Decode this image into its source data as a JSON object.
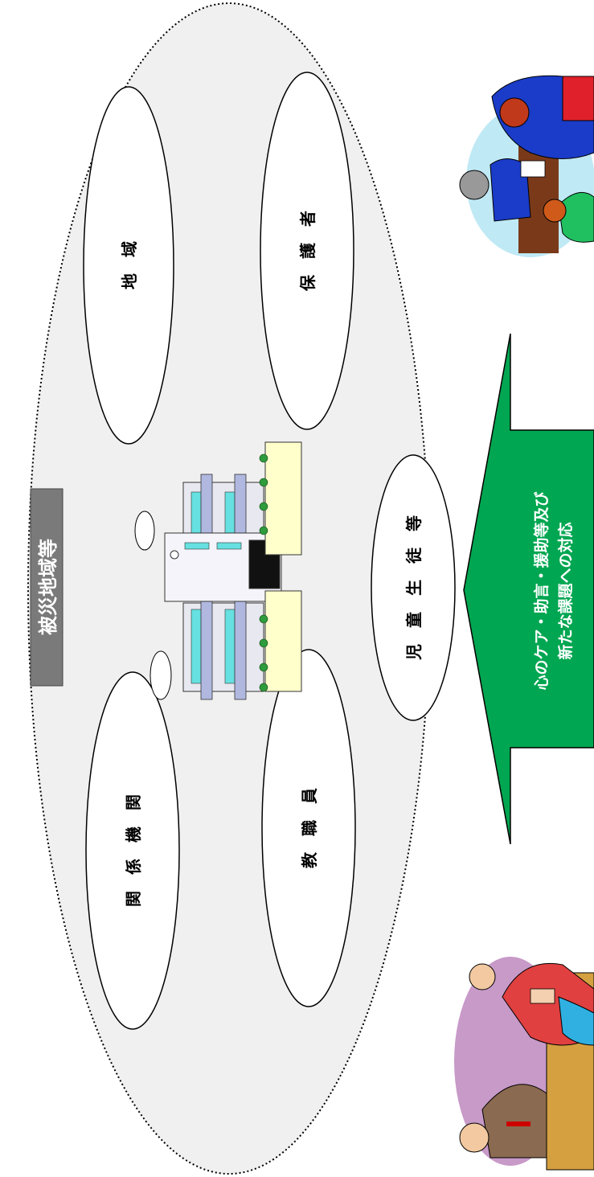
{
  "region_label": "被災地域等",
  "groups": {
    "community": "地　域",
    "guardians": "保　護　者",
    "related_agencies": "関　係　機　関",
    "staff": "教　職　員",
    "students": "児　童　生　徒　等"
  },
  "arrow": {
    "line1": "心のケア・助言・援助等及び",
    "line2": "新たな課題への対応",
    "color": "#00a651"
  },
  "colors": {
    "region_fill": "#f0f0f0",
    "label_box": "#7a7a7a",
    "label_text": "#ffffff"
  }
}
